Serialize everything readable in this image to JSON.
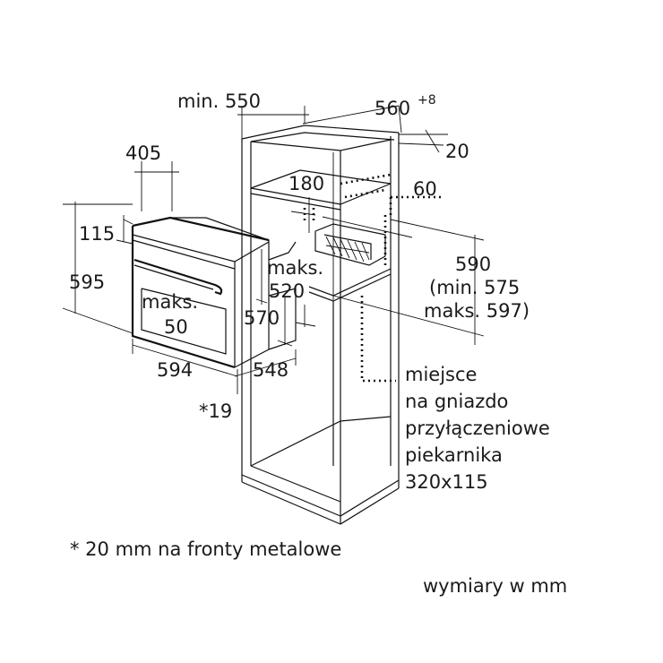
{
  "dimensions": {
    "cabinet_depth_min": "min. 550",
    "cabinet_width": "560",
    "cabinet_width_tolerance": "+8",
    "panel_thickness": "20",
    "shelf_gap": "180",
    "top_gap": "60",
    "oven_depth": "405",
    "oven_height_top": "115",
    "oven_height": "595",
    "oven_width": "594",
    "front_offset": "*19",
    "max_label_1": "maks.",
    "max_value_1": "520",
    "max_label_2": "maks.",
    "max_value_2": "50",
    "depth_570": "570",
    "depth_548": "548",
    "niche_height": "590",
    "niche_height_min": "(min. 575",
    "niche_height_max": "maks. 597)"
  },
  "socket_note": {
    "line1": "miejsce",
    "line2": "na gniazdo",
    "line3": "przyłączeniowe",
    "line4": "piekarnika",
    "line5": "320x115"
  },
  "footnote": "* 20 mm na fronty metalowe",
  "units_note": "wymiary w mm"
}
